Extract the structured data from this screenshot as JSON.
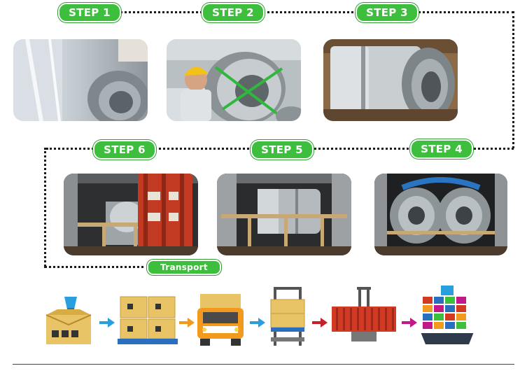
{
  "steps": [
    {
      "label": "STEP 1"
    },
    {
      "label": "STEP 2"
    },
    {
      "label": "STEP 3"
    },
    {
      "label": "STEP 4"
    },
    {
      "label": "STEP 5"
    },
    {
      "label": "STEP 6"
    }
  ],
  "transport_label": "Transport",
  "colors": {
    "accent_green": "#3dbf3d",
    "dotted_line": "#1a1a1a",
    "arrow_blue": "#2a9fe0",
    "arrow_orange": "#f39a1e",
    "arrow_red": "#c8202a",
    "arrow_magenta": "#c2188a"
  },
  "flow_icons": [
    "package-icon",
    "pallet-boxes-icon",
    "truck-icon",
    "forklift-load-icon",
    "container-crane-icon",
    "cargo-ship-icon"
  ]
}
